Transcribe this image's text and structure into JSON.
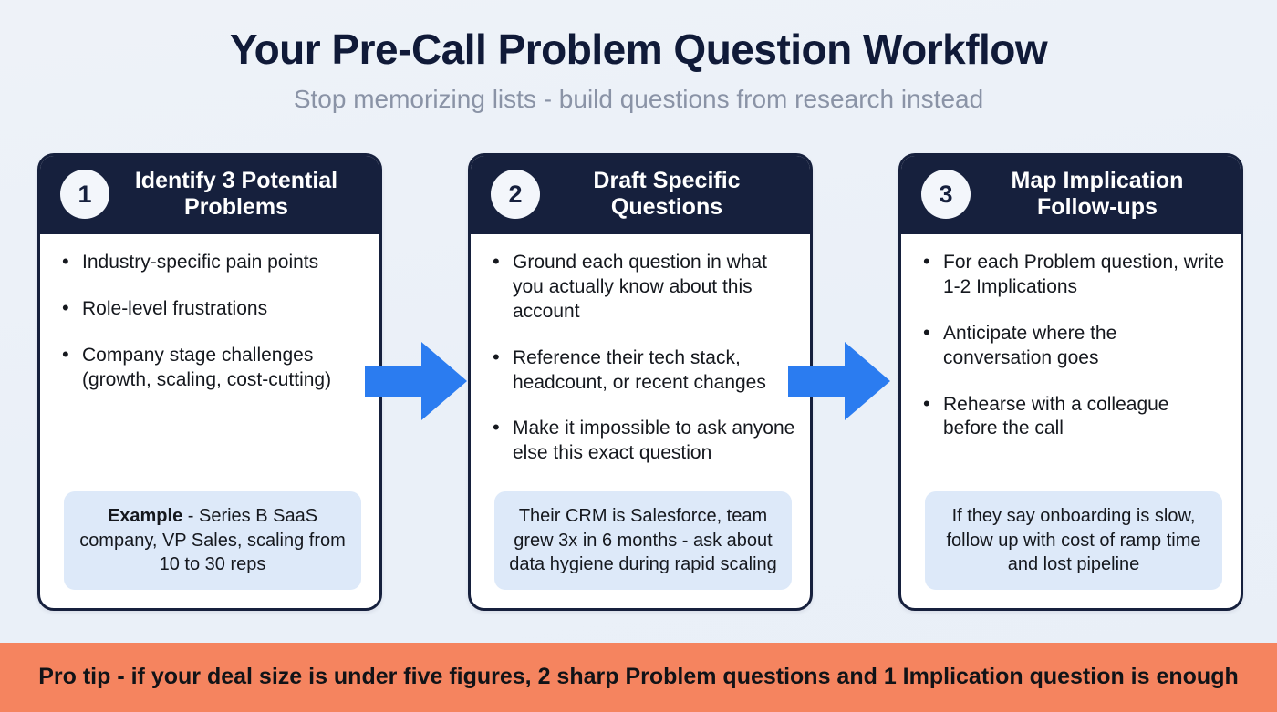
{
  "header": {
    "title": "Your Pre-Call Problem Question Workflow",
    "subtitle": "Stop memorizing lists - build questions from research instead"
  },
  "colors": {
    "page_background": "#eef2f8",
    "card_border": "#16203d",
    "card_header": "#16203d",
    "badge_background": "#f3f6fb",
    "example_box": "#dde9f9",
    "arrow": "#2b7cf0",
    "banner_background": "#f5845f",
    "banner_text": "#111317",
    "subtitle_text": "#8a93a6"
  },
  "cards": [
    {
      "step": "1",
      "title": "Identify 3 Potential Problems",
      "bullets": [
        "Industry-specific pain points",
        "Role-level frustrations",
        "Company stage challenges (growth, scaling, cost-cutting)"
      ],
      "example": {
        "label": "Example",
        "text": " - Series B SaaS company, VP Sales, scaling from 10 to 30 reps"
      }
    },
    {
      "step": "2",
      "title": "Draft Specific Questions",
      "bullets": [
        "Ground each question in what you actually know about this account",
        "Reference their tech stack, headcount, or recent changes",
        "Make it impossible to ask anyone else this exact question"
      ],
      "example": {
        "label": "",
        "text": "Their CRM is Salesforce, team grew 3x in 6 months - ask about data hygiene during rapid scaling"
      }
    },
    {
      "step": "3",
      "title": "Map Implication Follow-ups",
      "bullets": [
        "For each Problem question, write 1-2 Implications",
        "Anticipate where the conversation goes",
        "Rehearse with a colleague before the call"
      ],
      "example": {
        "label": "",
        "text": "If they say onboarding is slow, follow up with cost of ramp time and lost pipeline"
      }
    }
  ],
  "arrows": [
    {
      "name": "arrow-right-icon"
    },
    {
      "name": "arrow-right-icon"
    }
  ],
  "banner": {
    "text": "Pro tip - if your deal size is under five figures, 2 sharp Problem questions and 1 Implication question is enough"
  }
}
